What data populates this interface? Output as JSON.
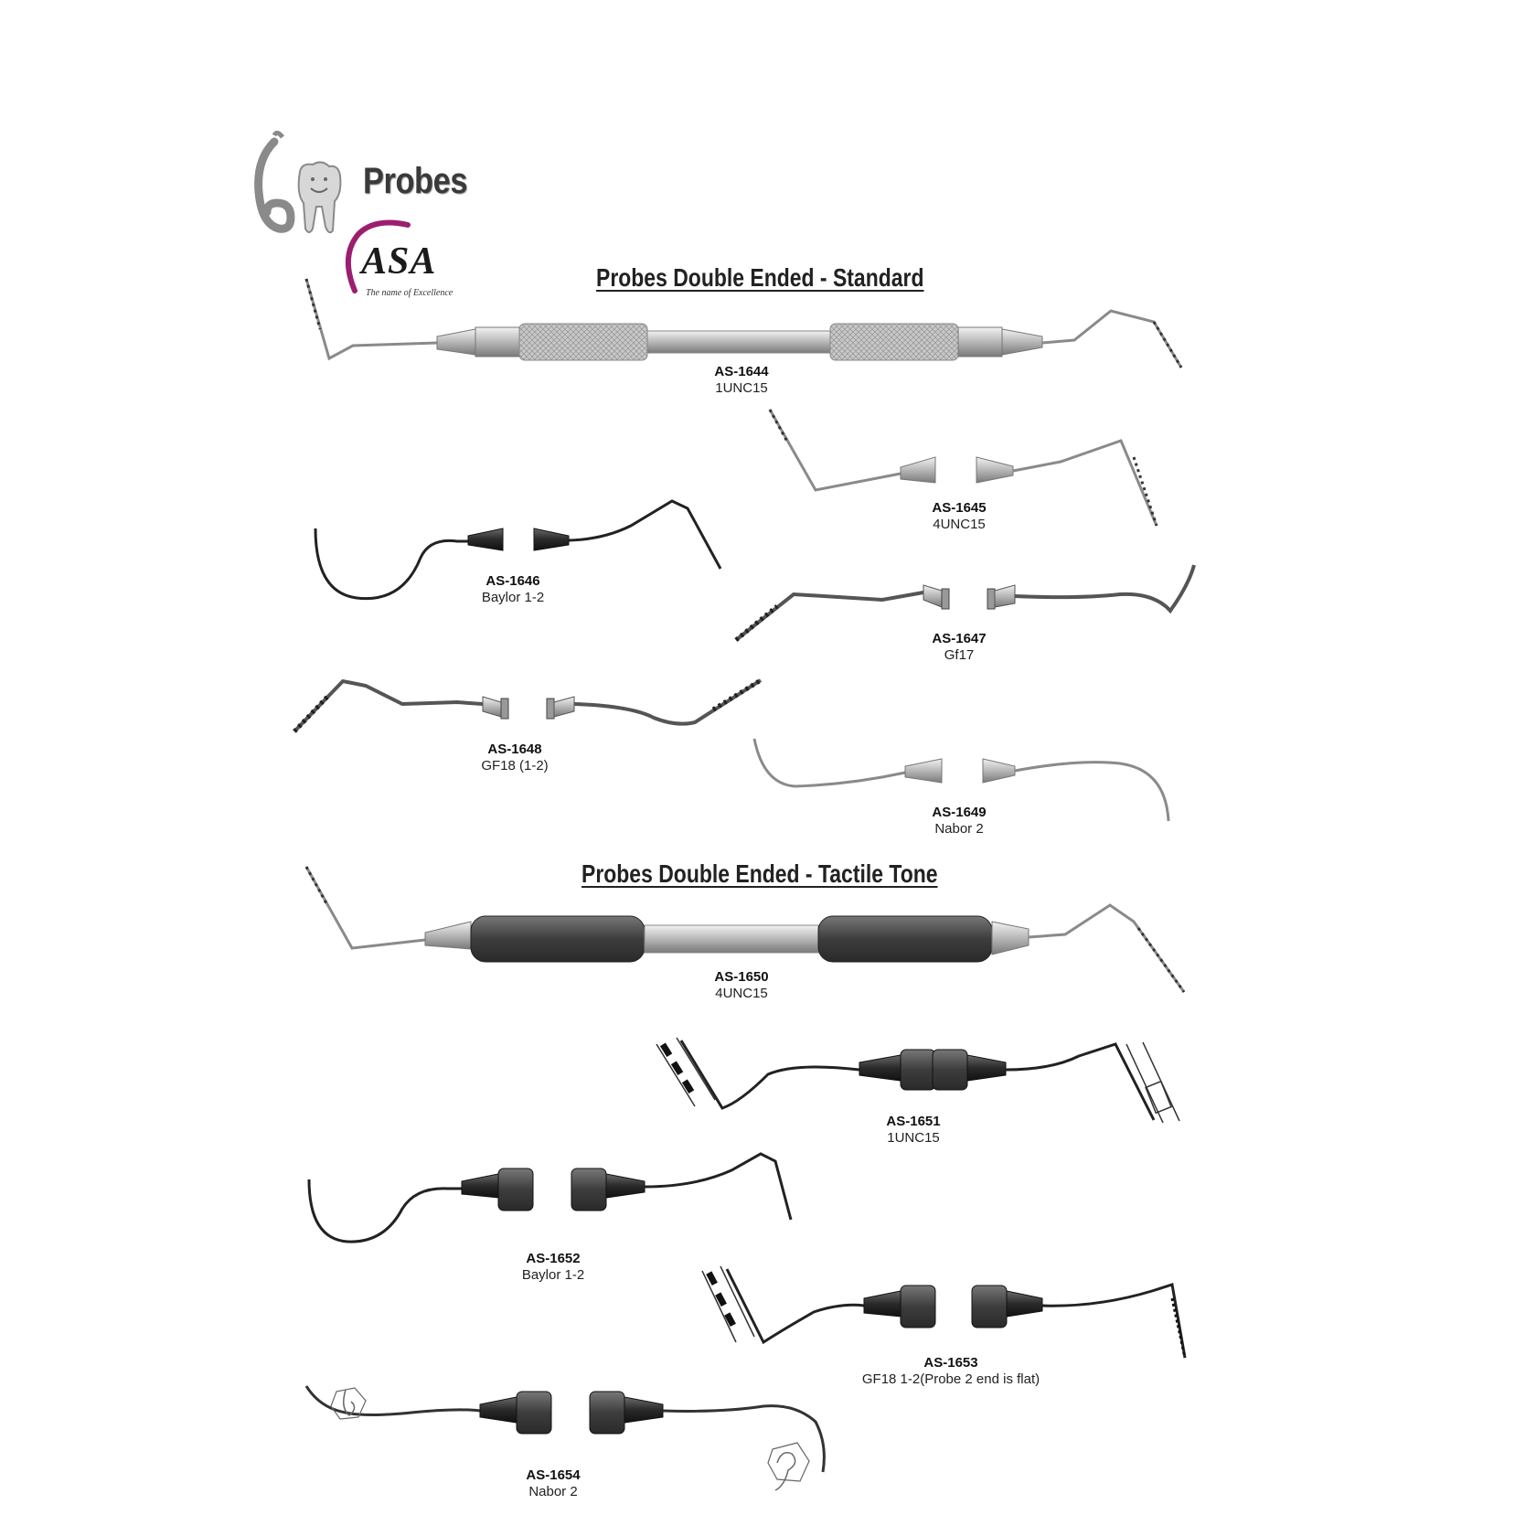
{
  "page": {
    "title": "Probes",
    "brand": {
      "name": "ASA",
      "tagline": "The name of Excellence",
      "accent_color": "#9c1e6e"
    }
  },
  "sections": [
    {
      "heading": "Probes Double Ended - Standard"
    },
    {
      "heading": "Probes Double Ended - Tactile Tone"
    }
  ],
  "products": [
    {
      "code": "AS-1644",
      "model": "1UNC15",
      "handle": "knurled-steel"
    },
    {
      "code": "AS-1645",
      "model": "4UNC15",
      "handle": "steel-cones"
    },
    {
      "code": "AS-1646",
      "model": "Baylor 1-2",
      "handle": "black-cones"
    },
    {
      "code": "AS-1647",
      "model": "Gf17",
      "handle": "steel-cones"
    },
    {
      "code": "AS-1648",
      "model": "GF18 (1-2)",
      "handle": "steel-cones"
    },
    {
      "code": "AS-1649",
      "model": "Nabor 2",
      "handle": "steel-cones"
    },
    {
      "code": "AS-1650",
      "model": "4UNC15",
      "handle": "silicone-grip"
    },
    {
      "code": "AS-1651",
      "model": "1UNC15",
      "handle": "silicone-cones"
    },
    {
      "code": "AS-1652",
      "model": "Baylor 1-2",
      "handle": "silicone-cones"
    },
    {
      "code": "AS-1653",
      "model": "GF18 1-2(Probe 2 end is flat)",
      "handle": "silicone-cones"
    },
    {
      "code": "AS-1654",
      "model": "Nabor 2",
      "handle": "silicone-cones"
    }
  ]
}
